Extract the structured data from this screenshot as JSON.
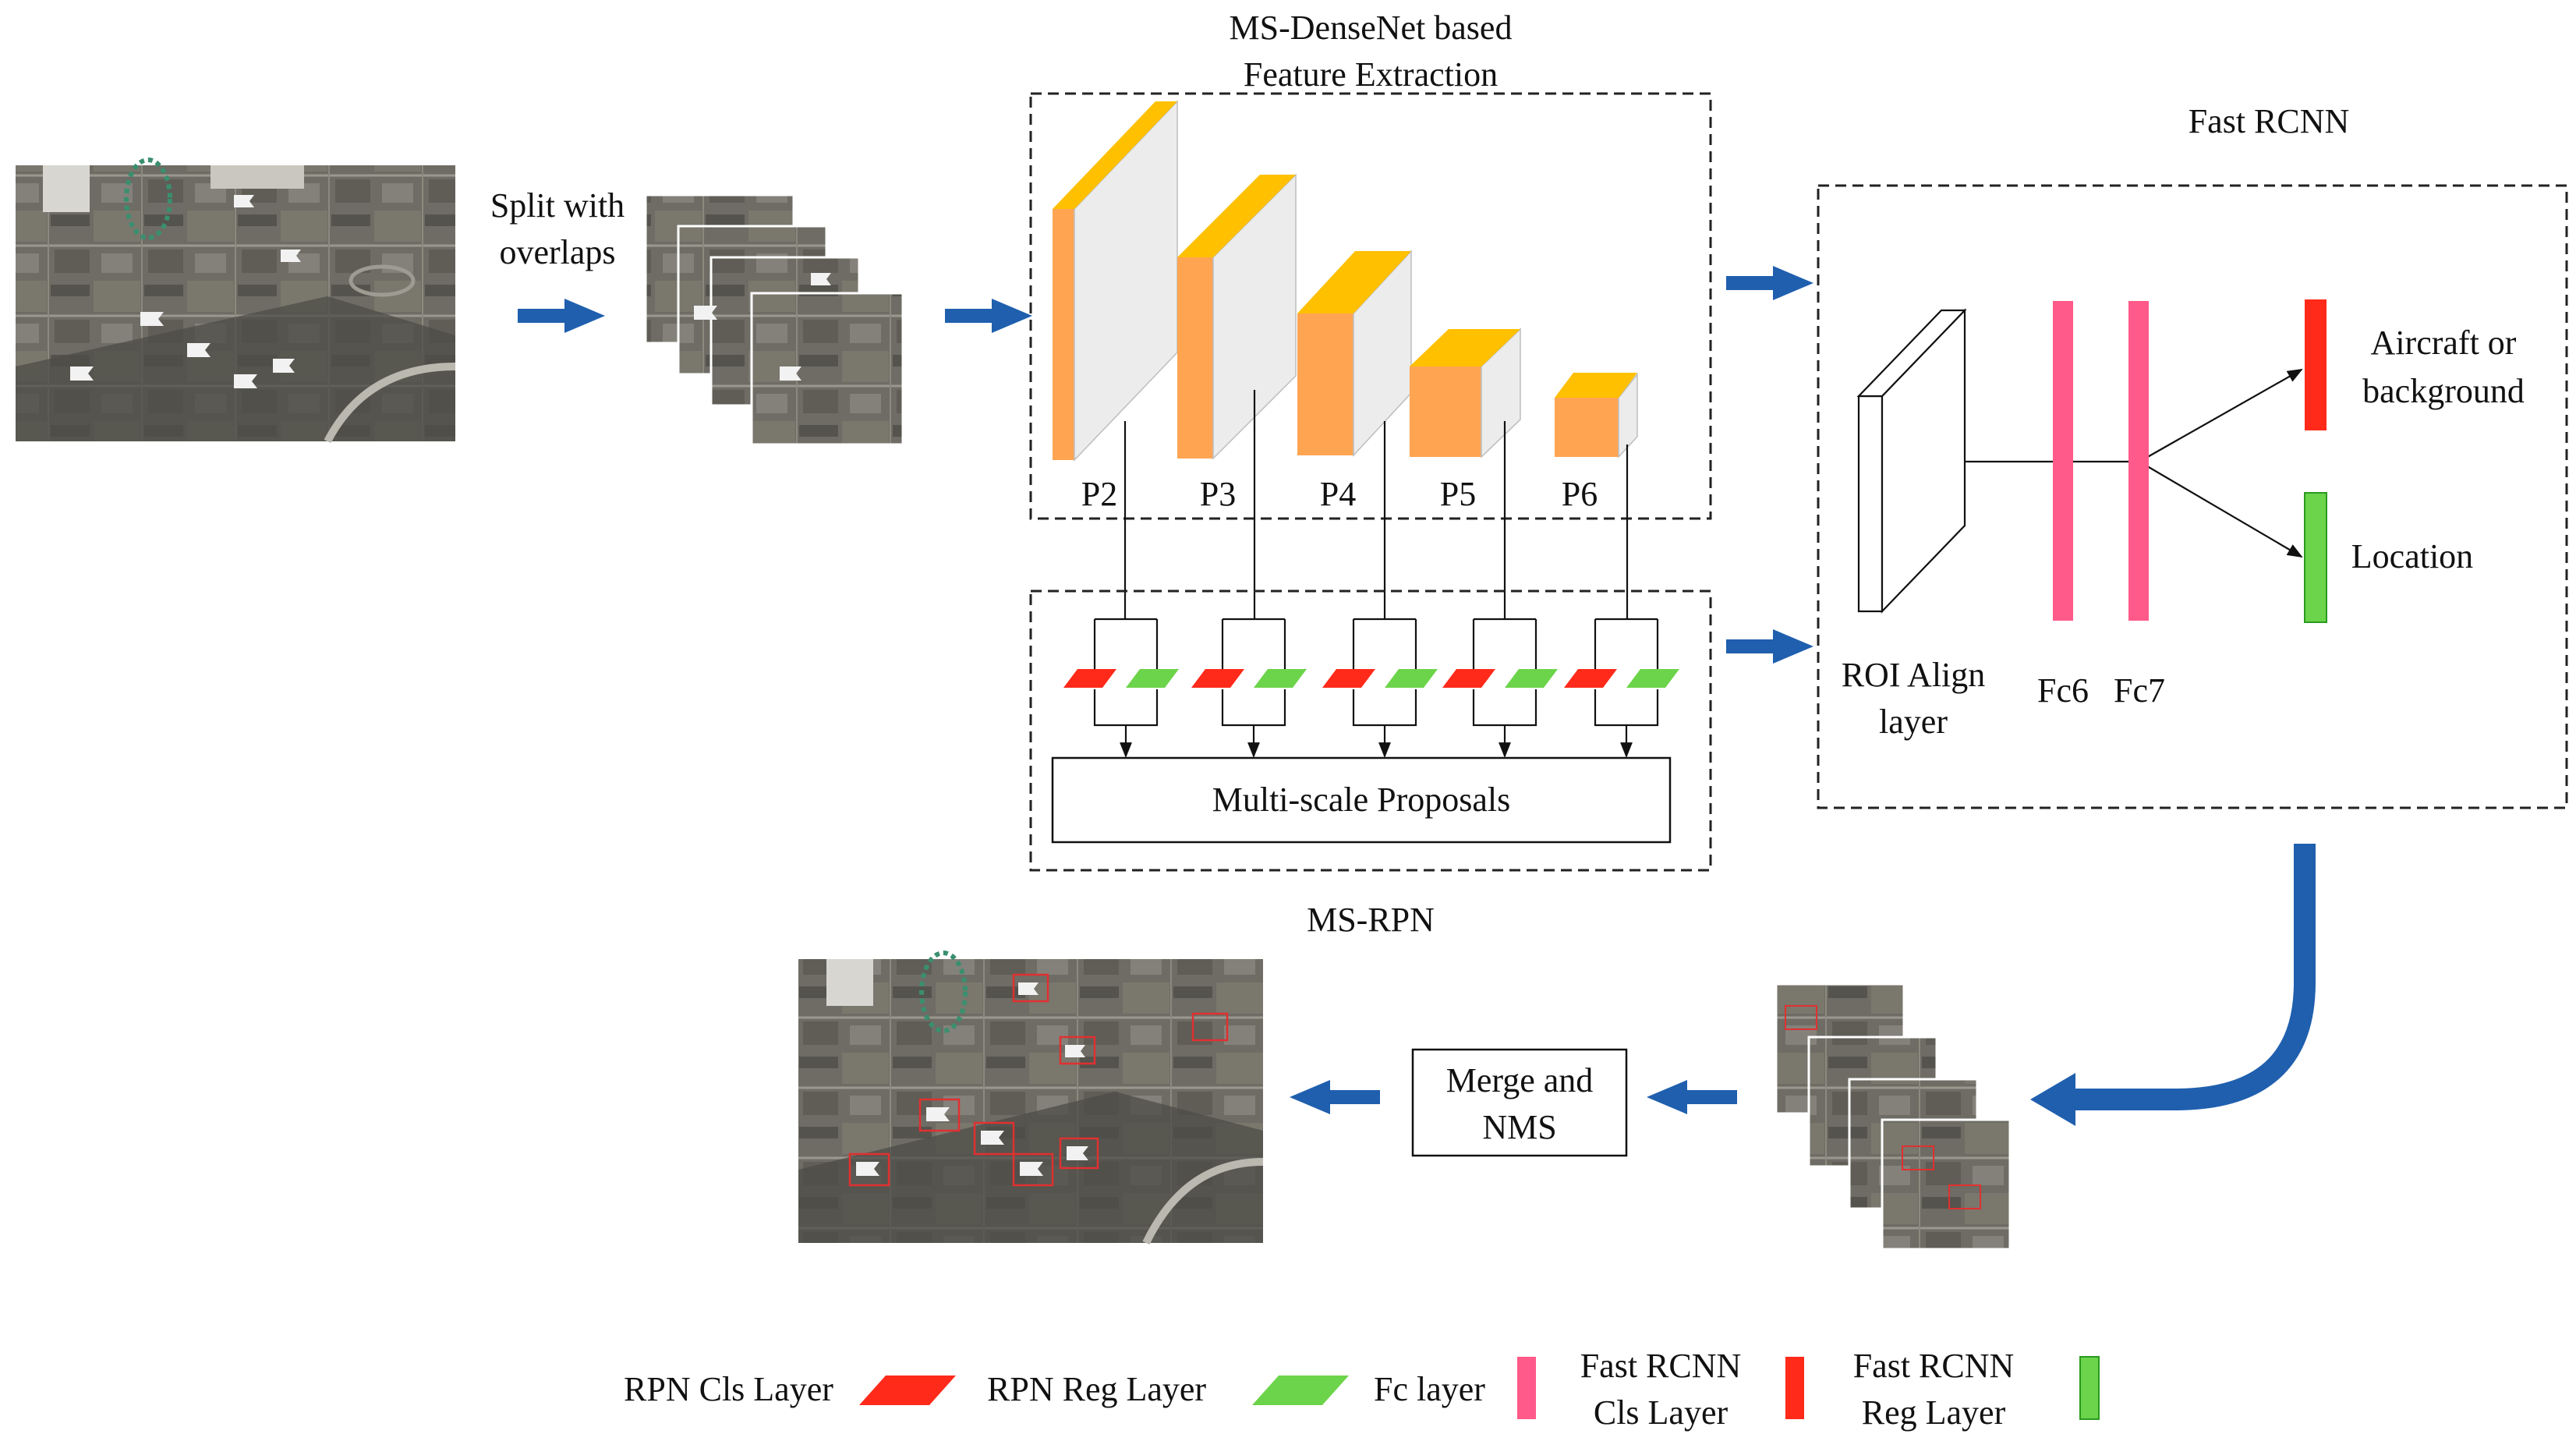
{
  "titles": {
    "feature_extraction_line1": "MS-DenseNet based",
    "feature_extraction_line2": "Feature Extraction",
    "fast_rcnn": "Fast RCNN",
    "ms_rpn": "MS-RPN"
  },
  "split_label": {
    "line1": "Split with",
    "line2": "overlaps"
  },
  "pyramid_levels": [
    "P2",
    "P3",
    "P4",
    "P5",
    "P6"
  ],
  "proposals_label": "Multi-scale Proposals",
  "roi_align": {
    "line1": "ROI Align",
    "line2": "layer"
  },
  "fc_labels": [
    "Fc6",
    "Fc7"
  ],
  "outputs": {
    "class_line1": "Aircraft or",
    "class_line2": "background",
    "location": "Location"
  },
  "merge_box": {
    "line1": "Merge and",
    "line2": "NMS"
  },
  "legend": {
    "rpn_cls": "RPN Cls Layer",
    "rpn_reg": "RPN Reg Layer",
    "fc_layer": "Fc layer",
    "fast_cls_line1": "Fast RCNN",
    "fast_cls_line2": "Cls Layer",
    "fast_reg_line1": "Fast RCNN",
    "fast_reg_line2": "Reg Layer"
  },
  "colors": {
    "arrow_blue": "#1f5fae",
    "rpn_cls_red": "#ff2a1a",
    "rpn_reg_green": "#6cd44a",
    "fc_pink": "#ff5a8a",
    "cube_orange": "#ffa552",
    "cube_top_yellow": "#ffc000",
    "cube_side_gray": "#ececec",
    "cls_output_red": "#ff2a1a",
    "reg_output_green": "#6cd44a"
  }
}
